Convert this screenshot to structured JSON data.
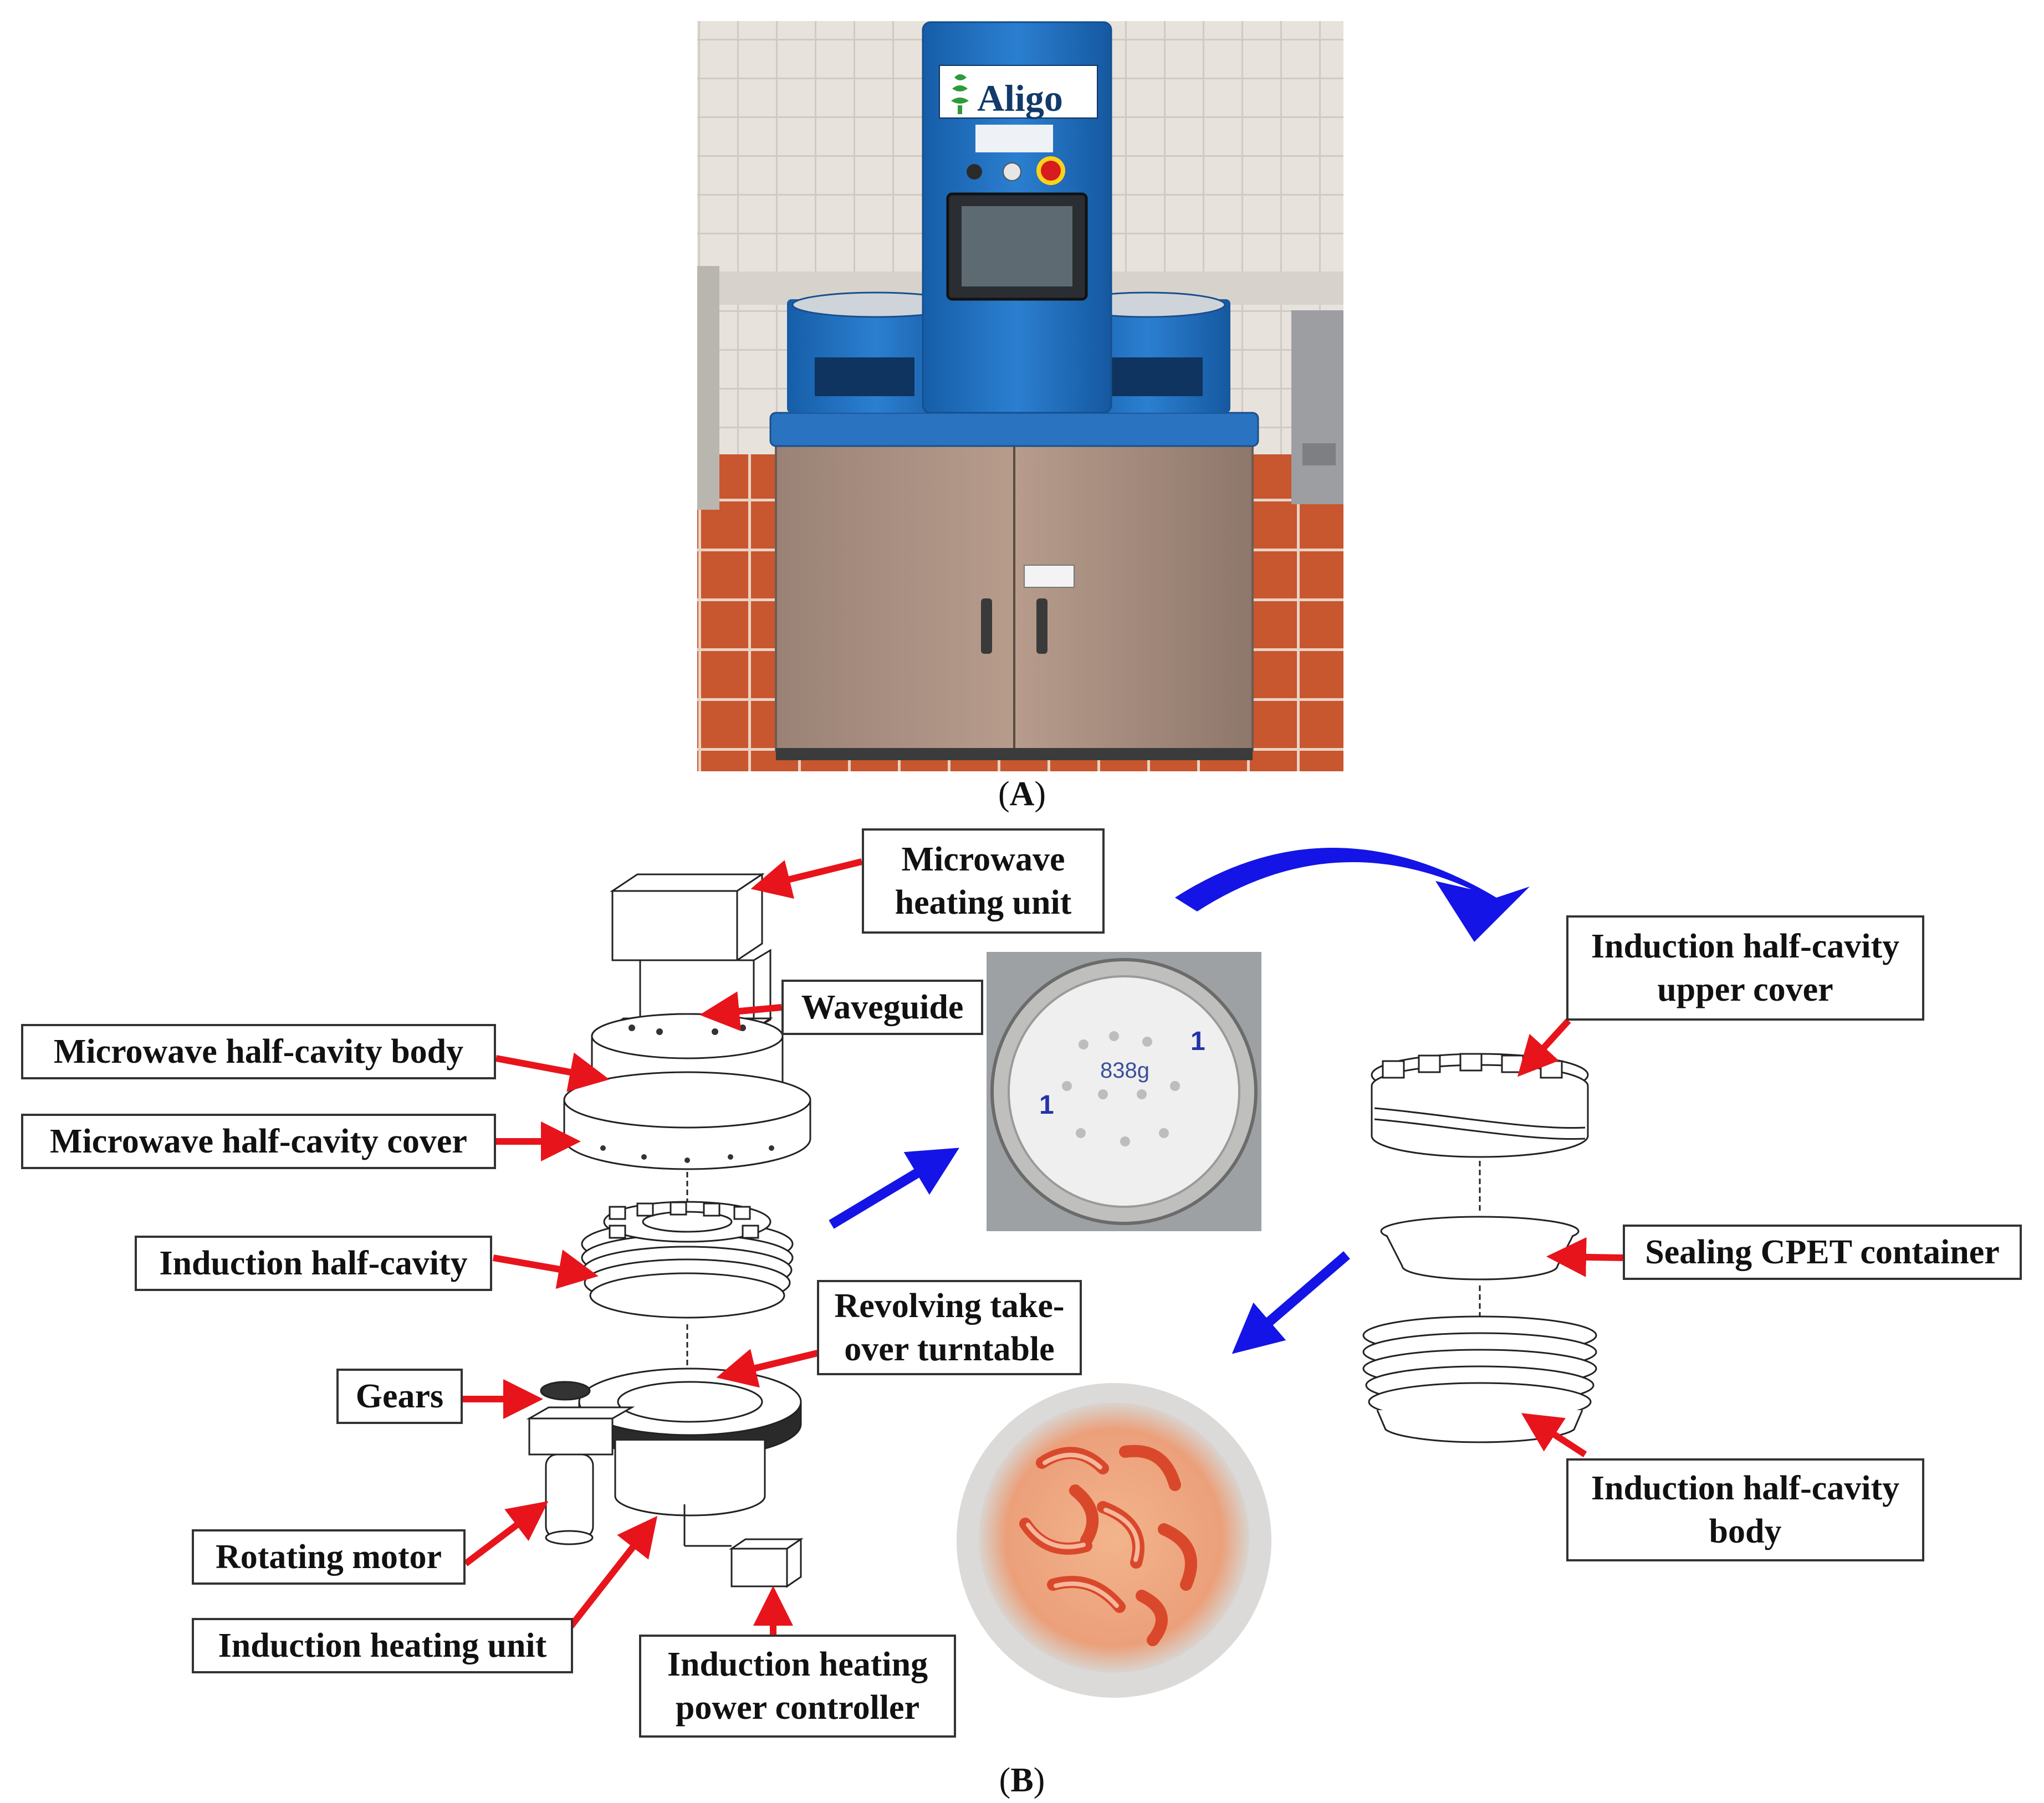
{
  "panel_a": {
    "caption_letter": "A",
    "brand_logo_text": "Aligo"
  },
  "panel_b": {
    "caption_letter": "B",
    "labels": {
      "microwave_heating_unit": [
        "Microwave",
        "heating unit"
      ],
      "waveguide": "Waveguide",
      "microwave_half_cavity_body": "Microwave half-cavity body",
      "microwave_half_cavity_cover": "Microwave half-cavity cover",
      "induction_half_cavity": "Induction half-cavity",
      "revolving_takeover_turntable": [
        "Revolving take-",
        "over turntable"
      ],
      "gears": "Gears",
      "rotating_motor": "Rotating motor",
      "induction_heating_unit": "Induction heating unit",
      "induction_heating_power_controller": [
        "Induction heating",
        "power controller"
      ],
      "induction_half_cavity_upper_cover": [
        "Induction half-cavity",
        "upper cover"
      ],
      "sealing_cpet_container": "Sealing CPET container",
      "induction_half_cavity_body": [
        "Induction half-cavity",
        "body"
      ]
    },
    "photo_handwriting": [
      "838g",
      "1",
      "1"
    ],
    "colors": {
      "arrow_red": "#e8141b",
      "arrow_blue": "#1414e6",
      "machine_blue": "#1f6fc4"
    }
  }
}
